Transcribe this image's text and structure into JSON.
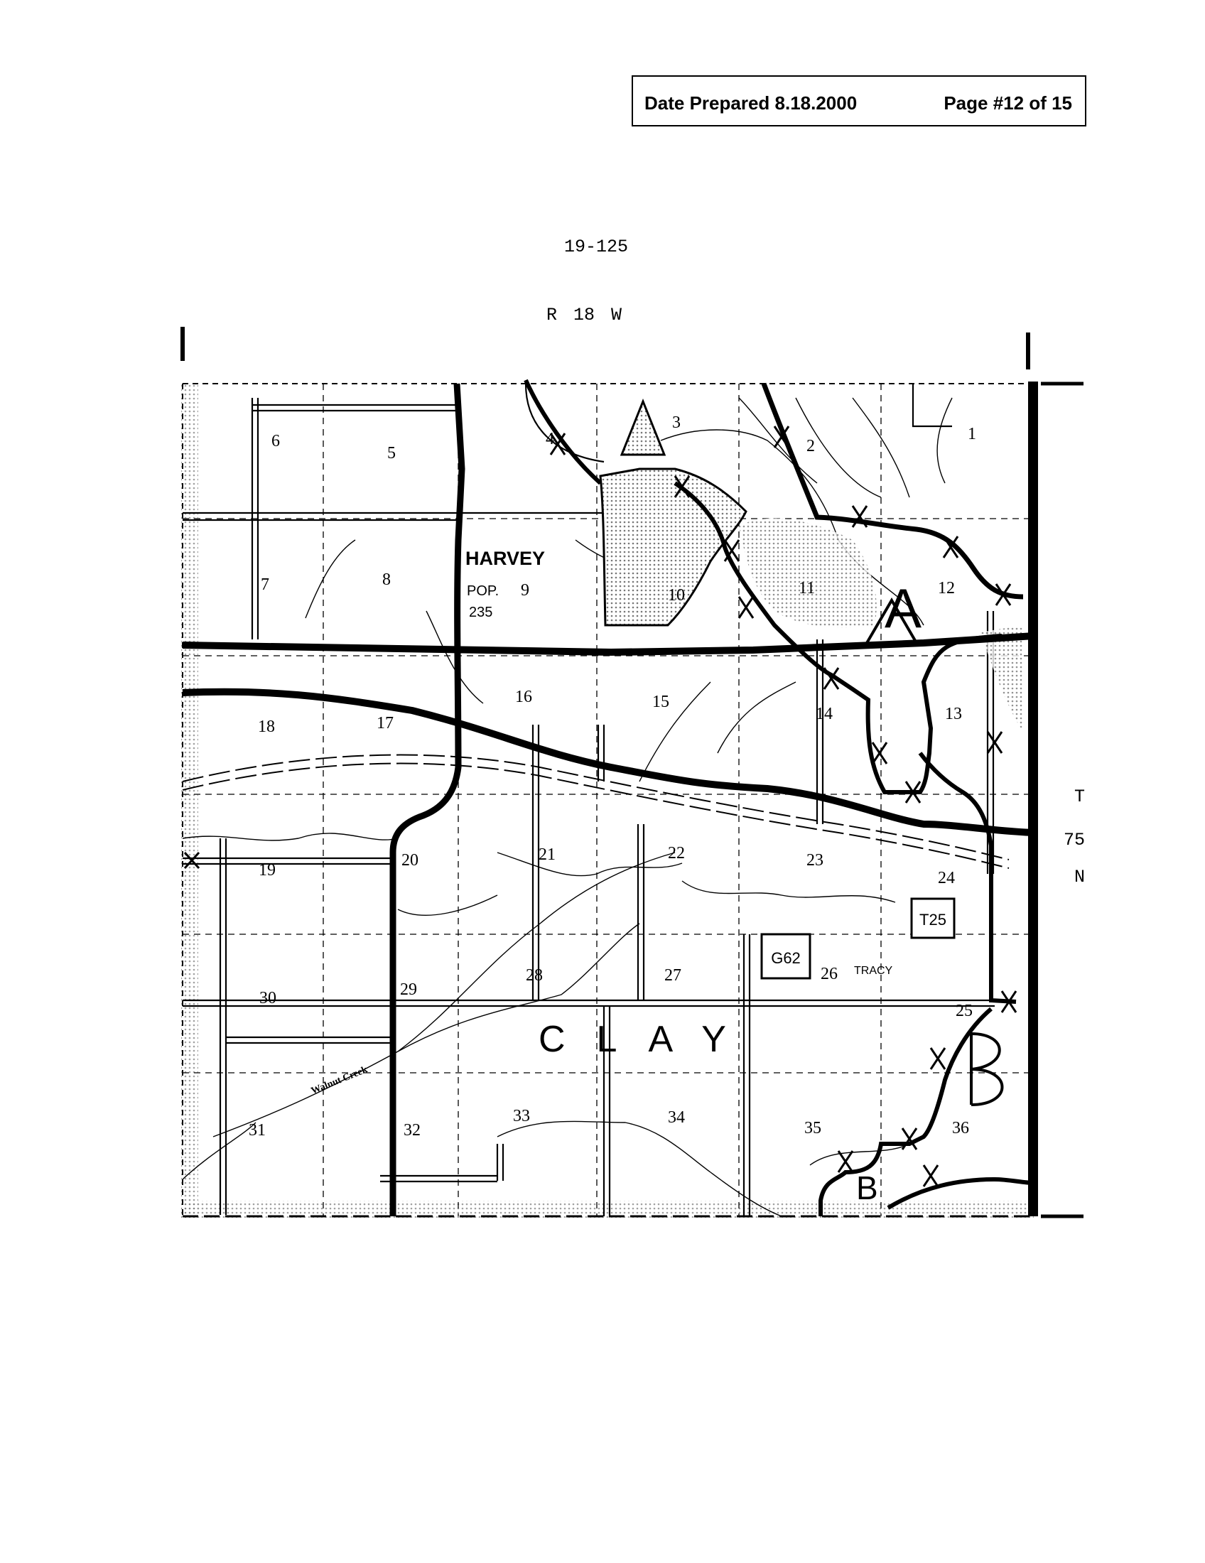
{
  "header": {
    "date_prepared": "Date Prepared 8.18.2000",
    "page_number": "Page #12 of 15"
  },
  "map": {
    "map_id": "19-125",
    "range_label": "R 18 W",
    "township_label": [
      "T",
      "75",
      "N"
    ],
    "town": {
      "name": "HARVEY",
      "pop_label": "POP.",
      "population": "235"
    },
    "small_town": "TRACY",
    "county": "CLAY",
    "creek": "Walnut Creek",
    "route_shields": [
      "T25",
      "G62"
    ],
    "zone_labels": [
      "A",
      "A",
      "B",
      "B"
    ],
    "sections": [
      "6",
      "5",
      "4",
      "3",
      "2",
      "1",
      "7",
      "8",
      "9",
      "10",
      "11",
      "12",
      "18",
      "17",
      "16",
      "15",
      "14",
      "13",
      "19",
      "20",
      "21",
      "22",
      "23",
      "24",
      "30",
      "29",
      "28",
      "27",
      "26",
      "25",
      "31",
      "32",
      "33",
      "34",
      "35",
      "36"
    ]
  },
  "colors": {
    "ink": "#000000",
    "paper": "#ffffff",
    "shade": "#9a9a9a"
  }
}
